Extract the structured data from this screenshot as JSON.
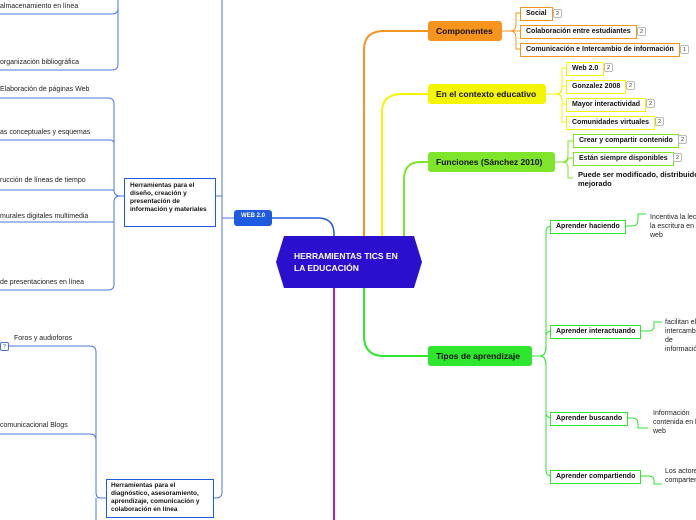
{
  "central": {
    "title": "HERRAMIENTAS TICS EN LA EDUCACIÓN",
    "color": "#2a0fcf"
  },
  "web20": {
    "label": "WEB 2.0",
    "color": "#1f5be0"
  },
  "branches": {
    "componentes": {
      "label": "Componentes",
      "color": "#f7941d",
      "items": [
        {
          "label": "Social",
          "count": "2"
        },
        {
          "label": "Colaboración entre estudiantes",
          "count": "2"
        },
        {
          "label": "Comunicación e Intercambio de información",
          "count": "1"
        }
      ]
    },
    "contexto": {
      "label": "En el contexto educativo",
      "color": "#f5f500",
      "items": [
        {
          "label": "Web 2.0",
          "count": "2"
        },
        {
          "label": "Gonzalez 2008",
          "count": "2"
        },
        {
          "label": "Mayor interactividad",
          "count": "2"
        },
        {
          "label": "Comunidades virtuales",
          "count": "2"
        }
      ]
    },
    "funciones": {
      "label": "Funciones (Sánchez 2010)",
      "color": "#7fe52b",
      "items": [
        {
          "label": "Crear y compartir contenido",
          "count": "2"
        },
        {
          "label": "Están siempre disponibles",
          "count": "2"
        }
      ],
      "note": "Puede ser modificado, distribuido y mejorado"
    },
    "tipos": {
      "label": "Tipos de aprendizaje",
      "color": "#2ee62e",
      "items": [
        {
          "label": "Aprender haciendo",
          "desc": "Incentiva la lectura y la escritura en la web"
        },
        {
          "label": "Aprender interactuando",
          "desc": "facilitan el intercambio de información"
        },
        {
          "label": "Aprender buscando",
          "desc": "Información contenida en la web"
        },
        {
          "label": "Aprender compartiendo",
          "desc": "Los actores comparten"
        }
      ]
    }
  },
  "left": {
    "top_items": [
      "almacenamiento en línea",
      "organización bibliográfica"
    ],
    "group1": {
      "label": "Herramientas para el diseño, creación y presentación de información y materiales",
      "items": [
        "Elaboración de páginas Web",
        "as conceptuales y esquemas",
        "rucción de líneas de tiempo",
        "murales digitales multimedia",
        "de presentaciones en línea"
      ]
    },
    "group2": {
      "label": "Herramientas para el diagnóstico, asesoramiento, aprendizaje, comunicación y colaboración en línea",
      "items": [
        "Foros y audioforos",
        "comunicacional Blogs"
      ],
      "badge": "?"
    }
  }
}
